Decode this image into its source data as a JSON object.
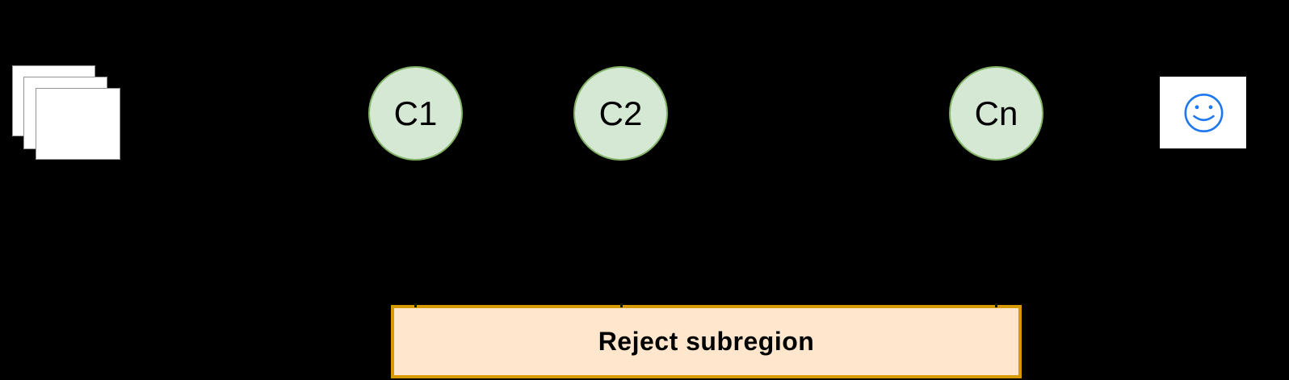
{
  "diagram": {
    "background_color": "#000000",
    "input_stack": {
      "icon": "image-stack-icon",
      "page_count": 3,
      "fill": "#ffffff",
      "border": "#949494"
    },
    "classifiers": [
      {
        "label": "C1"
      },
      {
        "label": "C2"
      },
      {
        "label": "Cn"
      }
    ],
    "classifier_style": {
      "fill": "#d5e8d4",
      "border": "#82b366",
      "text_color": "#000000"
    },
    "accept_node": {
      "icon": "smiley-face-icon",
      "icon_color": "#1f78f0",
      "fill": "#ffffff"
    },
    "reject_box": {
      "label": "Reject subregion",
      "fill": "#ffe6cc",
      "border": "#d79b00",
      "text_color": "#000000"
    }
  }
}
